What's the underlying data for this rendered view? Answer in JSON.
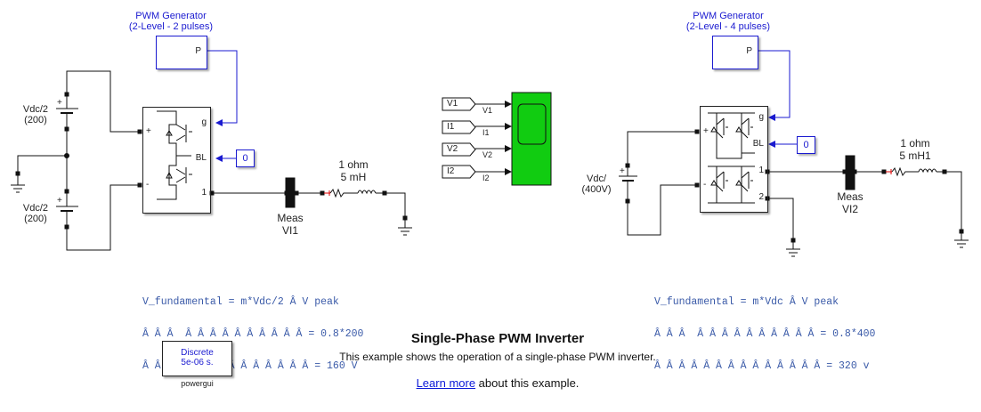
{
  "left_circuit": {
    "pwm_generator": {
      "title_line1": "PWM Generator",
      "title_line2": "(2-Level - 2 pulses)",
      "port_p": "P"
    },
    "source_top": {
      "label_line1": "Vdc/2",
      "label_line2": "(200)",
      "plus": "+"
    },
    "source_bottom": {
      "label_line1": "Vdc/2",
      "label_line2": "(200)",
      "plus": "+"
    },
    "bridge": {
      "port_plus": "+",
      "port_minus": "-",
      "port_g": "g",
      "port_bl": "BL",
      "port_1": "1"
    },
    "constant": {
      "value": "0"
    },
    "meas": {
      "label_line1": "Meas",
      "label_line2": "VI1"
    },
    "load": {
      "label_line1": "1 ohm",
      "label_line2": "5 mH"
    },
    "formula": [
      "V_fundamental = m*Vdc/2 Â V peak",
      "Â Â Â  Â Â Â Â Â Â Â Â Â Â = 0.8*200",
      "Â Â Â Â Â Â Â Â Â Â Â Â Â Â = 160 V"
    ]
  },
  "scope": {
    "inputs": [
      {
        "tag": "V1",
        "signal": "V1"
      },
      {
        "tag": "I1",
        "signal": "I1"
      },
      {
        "tag": "V2",
        "signal": "V2"
      },
      {
        "tag": "I2",
        "signal": "I2"
      }
    ],
    "color": "#11cc11"
  },
  "right_circuit": {
    "pwm_generator": {
      "title_line1": "PWM Generator",
      "title_line2": "(2-Level - 4 pulses)",
      "port_p": "P"
    },
    "source": {
      "label_line1": "Vdc/",
      "label_line2": "(400V)",
      "plus": "+"
    },
    "bridge": {
      "port_plus": "+",
      "port_minus": "-",
      "port_g": "g",
      "port_bl": "BL",
      "port_1": "1",
      "port_2": "2"
    },
    "constant": {
      "value": "0"
    },
    "meas": {
      "label_line1": "Meas",
      "label_line2": "VI2"
    },
    "load": {
      "label_line1": "1 ohm",
      "label_line2": "5 mH1"
    },
    "formula": [
      "V_fundamental = m*Vdc Â V peak",
      "Â Â Â  Â Â Â Â Â Â Â Â Â Â = 0.8*400",
      "Â Â Â Â Â Â Â Â Â Â Â Â Â Â = 320 v"
    ]
  },
  "powergui": {
    "line1": "Discrete",
    "line2": "5e-06 s.",
    "caption": "powergui"
  },
  "annotation": {
    "title": "Single-Phase PWM Inverter",
    "description": "This example shows the operation of a single-phase PWM inverter.",
    "link_text": "Learn more",
    "link_suffix": " about this example."
  },
  "colors": {
    "signal_line": "#1a1ad0",
    "wire": "#111111",
    "scope_green": "#11cc11",
    "formula_text": "#3a5aa8"
  }
}
